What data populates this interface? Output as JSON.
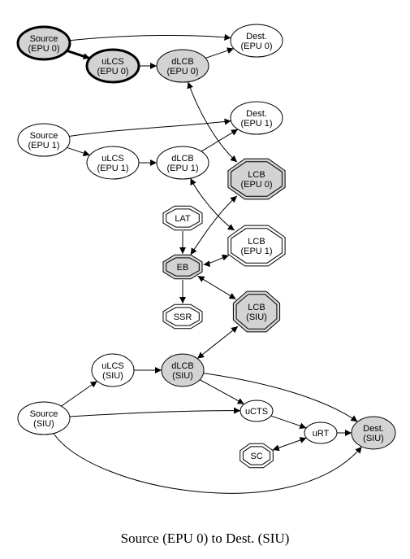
{
  "caption": "Source (EPU 0) to Dest. (SIU)",
  "colors": {
    "fill_highlight": "#d3d3d3",
    "fill_plain": "#ffffff",
    "stroke": "#000000"
  },
  "nodes": [
    {
      "id": "src_epu0",
      "lines": [
        "Source",
        "(EPU 0)"
      ],
      "shape": "ellipse",
      "filled": true,
      "bold": true
    },
    {
      "id": "dest_epu0",
      "lines": [
        "Dest.",
        "(EPU 0)"
      ],
      "shape": "ellipse",
      "filled": false,
      "bold": false
    },
    {
      "id": "ulcs_epu0",
      "lines": [
        "uLCS",
        "(EPU 0)"
      ],
      "shape": "ellipse",
      "filled": true,
      "bold": true
    },
    {
      "id": "dlcb_epu0",
      "lines": [
        "dLCB",
        "(EPU 0)"
      ],
      "shape": "ellipse",
      "filled": true,
      "bold": false
    },
    {
      "id": "src_epu1",
      "lines": [
        "Source",
        "(EPU 1)"
      ],
      "shape": "ellipse",
      "filled": false,
      "bold": false
    },
    {
      "id": "dest_epu1",
      "lines": [
        "Dest.",
        "(EPU 1)"
      ],
      "shape": "ellipse",
      "filled": false,
      "bold": false
    },
    {
      "id": "ulcs_epu1",
      "lines": [
        "uLCS",
        "(EPU 1)"
      ],
      "shape": "ellipse",
      "filled": false,
      "bold": false
    },
    {
      "id": "dlcb_epu1",
      "lines": [
        "dLCB",
        "(EPU 1)"
      ],
      "shape": "ellipse",
      "filled": false,
      "bold": false
    },
    {
      "id": "lcb_epu0",
      "lines": [
        "LCB",
        "(EPU 0)"
      ],
      "shape": "doubleoctagon",
      "filled": true,
      "bold": false
    },
    {
      "id": "lat",
      "lines": [
        "LAT"
      ],
      "shape": "doubleoctagon",
      "filled": false,
      "bold": false
    },
    {
      "id": "lcb_epu1",
      "lines": [
        "LCB",
        "(EPU 1)"
      ],
      "shape": "doubleoctagon",
      "filled": false,
      "bold": false
    },
    {
      "id": "eb",
      "lines": [
        "EB"
      ],
      "shape": "doubleoctagon",
      "filled": true,
      "bold": false
    },
    {
      "id": "ssr",
      "lines": [
        "SSR"
      ],
      "shape": "doubleoctagon",
      "filled": false,
      "bold": false
    },
    {
      "id": "lcb_siu",
      "lines": [
        "LCB",
        "(SIU)"
      ],
      "shape": "doubleoctagon",
      "filled": true,
      "bold": false
    },
    {
      "id": "ulcs_siu",
      "lines": [
        "uLCS",
        "(SIU)"
      ],
      "shape": "ellipse",
      "filled": false,
      "bold": false
    },
    {
      "id": "dlcb_siu",
      "lines": [
        "dLCB",
        "(SIU)"
      ],
      "shape": "ellipse",
      "filled": true,
      "bold": false
    },
    {
      "id": "src_siu",
      "lines": [
        "Source",
        "(SIU)"
      ],
      "shape": "ellipse",
      "filled": false,
      "bold": false
    },
    {
      "id": "ucts",
      "lines": [
        "uCTS"
      ],
      "shape": "ellipse",
      "filled": false,
      "bold": false
    },
    {
      "id": "urt",
      "lines": [
        "uRT"
      ],
      "shape": "ellipse",
      "filled": false,
      "bold": false
    },
    {
      "id": "dest_siu",
      "lines": [
        "Dest.",
        "(SIU)"
      ],
      "shape": "ellipse",
      "filled": true,
      "bold": false
    },
    {
      "id": "sc",
      "lines": [
        "SC"
      ],
      "shape": "doubleoctagon",
      "filled": false,
      "bold": false
    }
  ],
  "edges": [
    {
      "from": "src_epu0",
      "to": "dest_epu0",
      "bold": false,
      "dir": "forward"
    },
    {
      "from": "src_epu0",
      "to": "ulcs_epu0",
      "bold": true,
      "dir": "forward"
    },
    {
      "from": "ulcs_epu0",
      "to": "dlcb_epu0",
      "bold": false,
      "dir": "forward"
    },
    {
      "from": "dlcb_epu0",
      "to": "dest_epu0",
      "bold": false,
      "dir": "forward"
    },
    {
      "from": "dlcb_epu0",
      "to": "lcb_epu0",
      "bold": false,
      "dir": "both"
    },
    {
      "from": "src_epu1",
      "to": "dest_epu1",
      "bold": false,
      "dir": "forward"
    },
    {
      "from": "src_epu1",
      "to": "ulcs_epu1",
      "bold": false,
      "dir": "forward"
    },
    {
      "from": "ulcs_epu1",
      "to": "dlcb_epu1",
      "bold": false,
      "dir": "forward"
    },
    {
      "from": "dlcb_epu1",
      "to": "dest_epu1",
      "bold": false,
      "dir": "forward"
    },
    {
      "from": "dlcb_epu1",
      "to": "lcb_epu1",
      "bold": false,
      "dir": "both"
    },
    {
      "from": "lat",
      "to": "eb",
      "bold": false,
      "dir": "forward"
    },
    {
      "from": "eb",
      "to": "lcb_epu0",
      "bold": false,
      "dir": "both"
    },
    {
      "from": "eb",
      "to": "lcb_epu1",
      "bold": false,
      "dir": "both"
    },
    {
      "from": "eb",
      "to": "ssr",
      "bold": false,
      "dir": "forward"
    },
    {
      "from": "eb",
      "to": "lcb_siu",
      "bold": false,
      "dir": "both"
    },
    {
      "from": "dlcb_siu",
      "to": "lcb_siu",
      "bold": false,
      "dir": "both"
    },
    {
      "from": "src_siu",
      "to": "ulcs_siu",
      "bold": false,
      "dir": "forward"
    },
    {
      "from": "ulcs_siu",
      "to": "dlcb_siu",
      "bold": false,
      "dir": "forward"
    },
    {
      "from": "dlcb_siu",
      "to": "ucts",
      "bold": false,
      "dir": "forward"
    },
    {
      "from": "dlcb_siu",
      "to": "dest_siu",
      "bold": false,
      "dir": "forward"
    },
    {
      "from": "src_siu",
      "to": "ucts",
      "bold": false,
      "dir": "forward"
    },
    {
      "from": "src_siu",
      "to": "dest_siu",
      "bold": false,
      "dir": "forward"
    },
    {
      "from": "ucts",
      "to": "urt",
      "bold": false,
      "dir": "forward"
    },
    {
      "from": "urt",
      "to": "dest_siu",
      "bold": false,
      "dir": "forward"
    },
    {
      "from": "sc",
      "to": "urt",
      "bold": false,
      "dir": "both"
    }
  ]
}
